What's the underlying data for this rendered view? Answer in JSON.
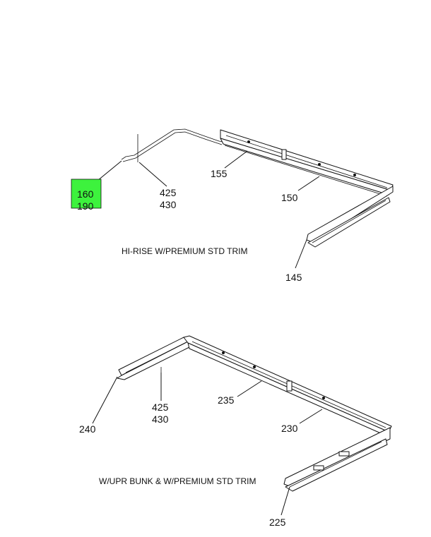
{
  "top_diagram": {
    "caption": "HI-RISE W/PREMIUM STD TRIM",
    "callouts": {
      "c160": "160",
      "c190": "190",
      "c425": "425",
      "c430": "430",
      "c155": "155",
      "c150": "150",
      "c145": "145"
    },
    "highlight_color": "#3df23d"
  },
  "bottom_diagram": {
    "caption": "W/UPR BUNK & W/PREMIUM STD TRIM",
    "callouts": {
      "c425": "425",
      "c430": "430",
      "c235": "235",
      "c230": "230",
      "c240": "240",
      "c225": "225"
    }
  }
}
